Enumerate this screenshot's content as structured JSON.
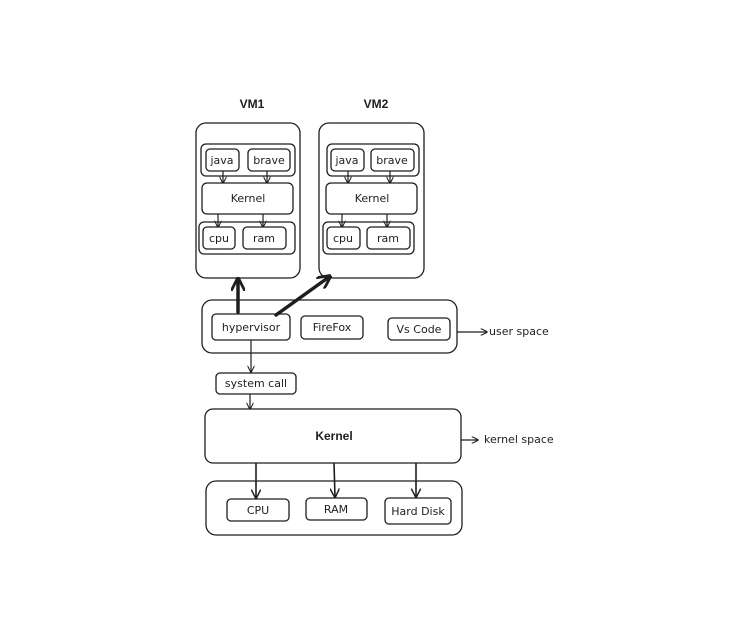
{
  "vm1": {
    "title": "VM1",
    "apps": [
      "java",
      "brave"
    ],
    "kernel": "Kernel",
    "hardware": [
      "cpu",
      "ram"
    ]
  },
  "vm2": {
    "title": "VM2",
    "apps": [
      "java",
      "brave"
    ],
    "kernel": "Kernel",
    "hardware": [
      "cpu",
      "ram"
    ]
  },
  "user_space": {
    "apps": [
      "hypervisor",
      "FireFox",
      "Vs Code"
    ],
    "label": "user space"
  },
  "system_call": "system call",
  "host_kernel": {
    "label": "Kernel",
    "side_label": "kernel space"
  },
  "host_hardware": [
    "CPU",
    "RAM",
    "Hard Disk"
  ]
}
